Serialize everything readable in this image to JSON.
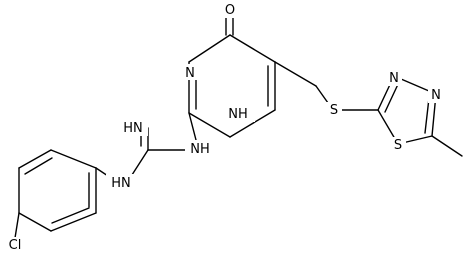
{
  "structure": {
    "atoms": {
      "oxo": "O",
      "ring_n_upper": "N",
      "ring_nh": "NH",
      "guanidine_nh_ring": "NH",
      "guanidine_imine": "HN",
      "aryl_nh": "HN",
      "chloro": "Cl",
      "sulfur_linker": "S",
      "thiadiazole_s": "S",
      "thiadiazole_n1": "N",
      "thiadiazole_n2": "N"
    },
    "line_color": "#000000"
  }
}
